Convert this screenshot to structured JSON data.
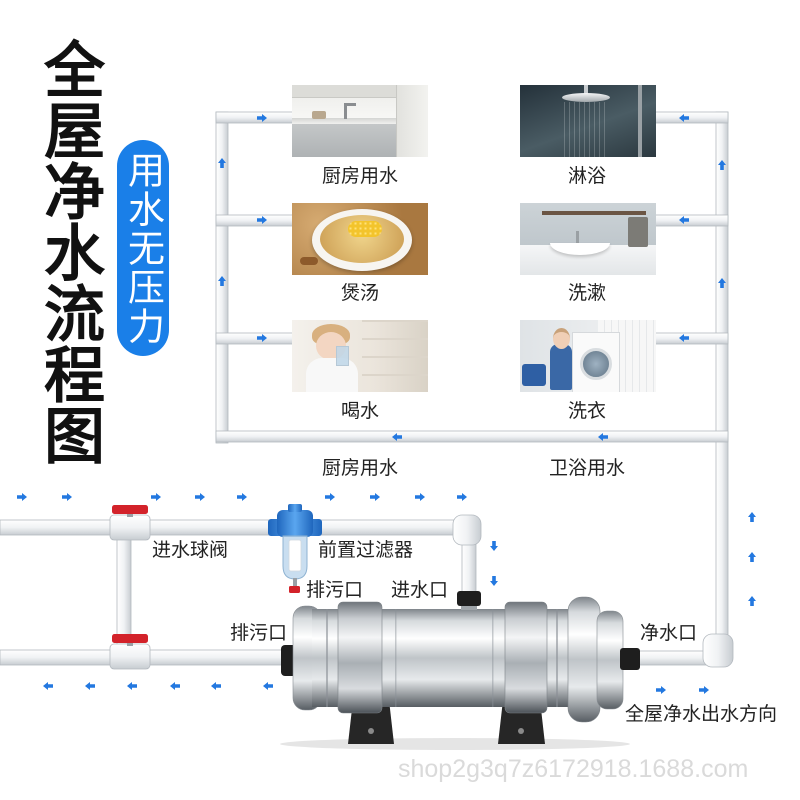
{
  "title": "全屋净水流程图",
  "badge": "用水无压力",
  "usages": {
    "left": [
      {
        "label": "厨房用水",
        "icon": "kitchen-photo"
      },
      {
        "label": "煲汤",
        "icon": "soup-photo"
      },
      {
        "label": "喝水",
        "icon": "drinking-photo"
      }
    ],
    "right": [
      {
        "label": "淋浴",
        "icon": "shower-photo"
      },
      {
        "label": "洗漱",
        "icon": "washbasin-photo"
      },
      {
        "label": "洗衣",
        "icon": "laundry-photo"
      }
    ]
  },
  "loop_labels": {
    "kitchen": "厨房用水",
    "bathroom": "卫浴用水"
  },
  "components": {
    "inlet_valve": "进水球阀",
    "pre_filter": "前置过滤器",
    "pre_filter_drain": "排污口",
    "inlet": "进水口",
    "main_drain": "排污口",
    "outlet": "净水口",
    "flow_direction": "全屋净水出水方向"
  },
  "watermark": "shop2g3q7z6172918.1688.com",
  "colors": {
    "accent": "#1a7fe8",
    "arrow": "#2378e0",
    "valve": "#d3222a",
    "pre_filter": "#1f66bd"
  }
}
